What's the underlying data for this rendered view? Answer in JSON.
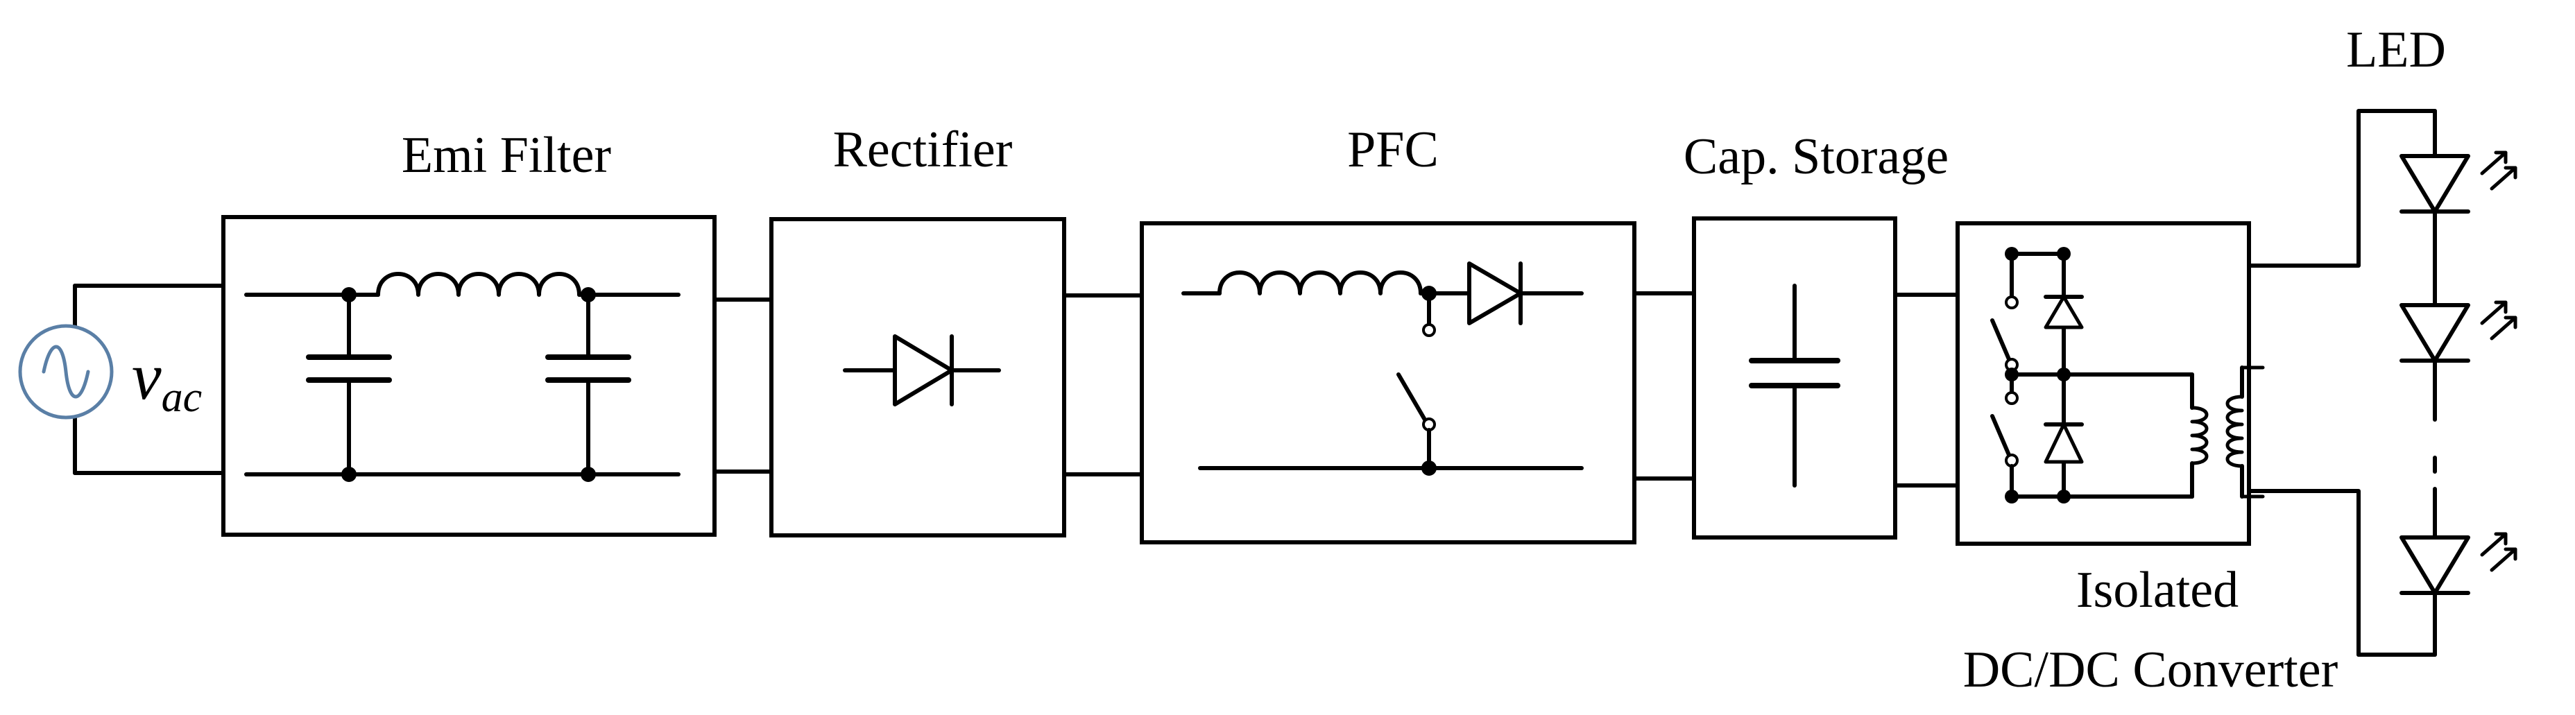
{
  "source": {
    "symbol_main": "v",
    "symbol_sub": "ac"
  },
  "blocks": {
    "emi_filter": "Emi Filter",
    "rectifier": "Rectifier",
    "pfc": "PFC",
    "cap_storage": "Cap. Storage",
    "dcdc_line1": "Isolated",
    "dcdc_line2": "DC/DC Converter",
    "led": "LED"
  }
}
